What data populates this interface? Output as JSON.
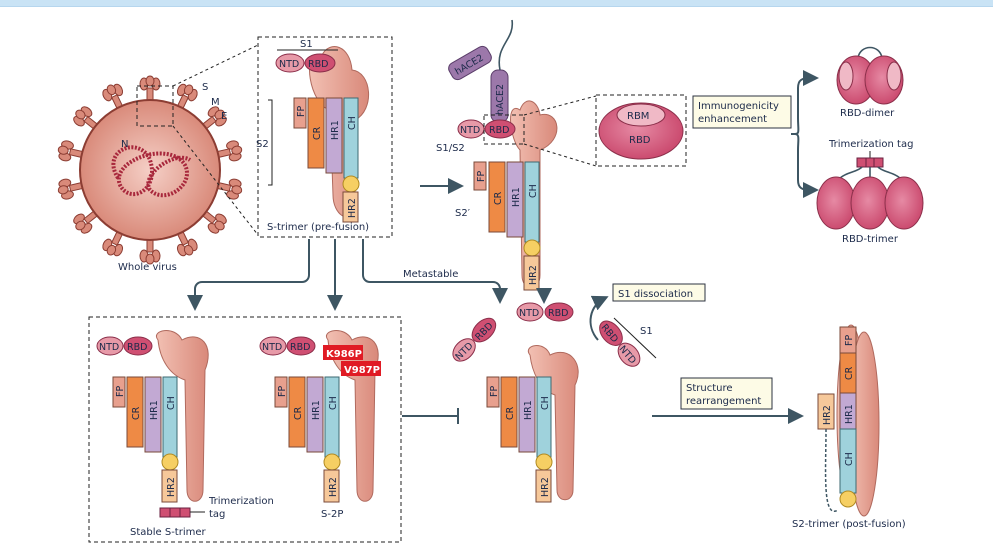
{
  "figure": {
    "virus": {
      "caption": "Whole virus",
      "labels": {
        "s": "S",
        "m": "M",
        "e": "E",
        "n": "N"
      }
    },
    "prefusion": {
      "caption": "S-trimer (pre-fusion)",
      "s1": "S1",
      "s2": "S2"
    },
    "domains": {
      "ntd": "NTD",
      "rbd": "RBD",
      "rbm": "RBM",
      "fp": "FP",
      "cr": "CR",
      "hr1": "HR1",
      "ch": "CH",
      "hr2": "HR2",
      "hace2": "hACE2"
    },
    "cleavage": {
      "s1s2": "S1/S2",
      "s2prime": "S2′"
    },
    "immunogenicity_box": "Immunogenicity enhancement",
    "immunogenicity_lines": [
      "Immunogenicity",
      "enhancement"
    ],
    "rbd_dimer": "RBD-dimer",
    "rbd_trimer": "RBD-trimer",
    "trimerization_tag": "Trimerization tag",
    "metastable": "Metastable",
    "s1_dissociation": "S1 dissociation",
    "s1_label": "S1",
    "stable": {
      "caption": "Stable S-trimer",
      "tag_lines": [
        "Trimerization",
        "tag"
      ]
    },
    "s2p": {
      "caption": "S-2P",
      "mutations": [
        "K986P",
        "V987P"
      ]
    },
    "structure_box_lines": [
      "Structure",
      "rearrangement"
    ],
    "postfusion_caption": "S2-trimer (post-fusion)"
  },
  "colors": {
    "spike": "#e6a394",
    "virus": "#d98a7a",
    "ntd": "#e79aa8",
    "rbd": "#cf4f72",
    "fp": "#e8a08e",
    "cr": "#ee8a45",
    "hr1": "#c2a9d3",
    "ch": "#9fd2dc",
    "hr2": "#f6c89a",
    "hace2": "#9c78aa",
    "mutation": "#e01b24",
    "rna": "#a8283c"
  }
}
